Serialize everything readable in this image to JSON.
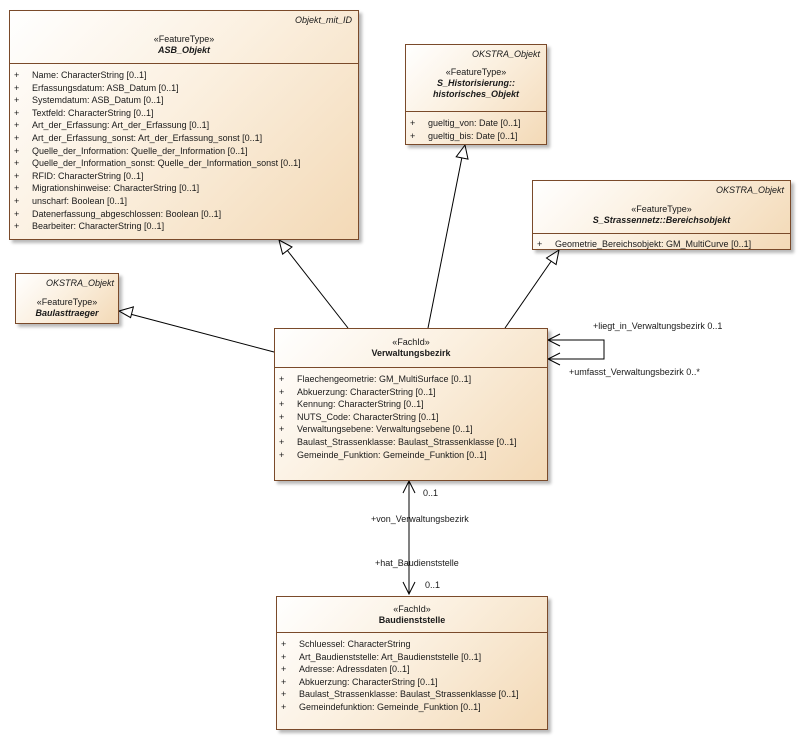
{
  "classes": {
    "asb_objekt": {
      "parent": "Objekt_mit_ID",
      "stereotype": "«FeatureType»",
      "name": "ASB_Objekt",
      "attributes": [
        {
          "vis": "+",
          "text": "Name: CharacterString [0..1]"
        },
        {
          "vis": "+",
          "text": "Erfassungsdatum: ASB_Datum [0..1]"
        },
        {
          "vis": "+",
          "text": "Systemdatum: ASB_Datum [0..1]"
        },
        {
          "vis": "+",
          "text": "Textfeld: CharacterString [0..1]"
        },
        {
          "vis": "+",
          "text": "Art_der_Erfassung: Art_der_Erfassung [0..1]"
        },
        {
          "vis": "+",
          "text": "Art_der_Erfassung_sonst: Art_der_Erfassung_sonst [0..1]"
        },
        {
          "vis": "+",
          "text": "Quelle_der_Information: Quelle_der_Information [0..1]"
        },
        {
          "vis": "+",
          "text": "Quelle_der_Information_sonst: Quelle_der_Information_sonst [0..1]"
        },
        {
          "vis": "+",
          "text": "RFID: CharacterString [0..1]"
        },
        {
          "vis": "+",
          "text": "Migrationshinweise: CharacterString [0..1]"
        },
        {
          "vis": "+",
          "text": "unscharf: Boolean [0..1]"
        },
        {
          "vis": "+",
          "text": "Datenerfassung_abgeschlossen: Boolean [0..1]"
        },
        {
          "vis": "+",
          "text": "Bearbeiter: CharacterString [0..1]"
        }
      ]
    },
    "historisiert": {
      "parent": "OKSTRA_Objekt",
      "stereotype": "«FeatureType»",
      "name_line1": "S_Historisierung::",
      "name_line2": "historisches_Objekt",
      "attributes": [
        {
          "vis": "+",
          "text": "gueltig_von: Date [0..1]"
        },
        {
          "vis": "+",
          "text": "gueltig_bis: Date [0..1]"
        }
      ]
    },
    "bereichsobjekt": {
      "parent": "OKSTRA_Objekt",
      "stereotype": "«FeatureType»",
      "name": "S_Strassennetz::Bereichsobjekt",
      "attributes": [
        {
          "vis": "+",
          "text": "Geometrie_Bereichsobjekt: GM_MultiCurve [0..1]"
        }
      ]
    },
    "baulasttraeger": {
      "parent": "OKSTRA_Objekt",
      "stereotype": "«FeatureType»",
      "name": "Baulasttraeger"
    },
    "verwaltungsbezirk": {
      "stereotype": "«FachId»",
      "name": "Verwaltungsbezirk",
      "attributes": [
        {
          "vis": "+",
          "text": "Flaechengeometrie: GM_MultiSurface [0..1]"
        },
        {
          "vis": "+",
          "text": "Abkuerzung: CharacterString [0..1]"
        },
        {
          "vis": "+",
          "text": "Kennung: CharacterString [0..1]"
        },
        {
          "vis": "+",
          "text": "NUTS_Code: CharacterString [0..1]"
        },
        {
          "vis": "+",
          "text": "Verwaltungsebene: Verwaltungsebene [0..1]"
        },
        {
          "vis": "+",
          "text": "Baulast_Strassenklasse: Baulast_Strassenklasse [0..1]"
        },
        {
          "vis": "+",
          "text": "Gemeinde_Funktion: Gemeinde_Funktion [0..1]"
        }
      ]
    },
    "baudienststelle": {
      "stereotype": "«FachId»",
      "name": "Baudienststelle",
      "attributes": [
        {
          "vis": "+",
          "text": "Schluessel: CharacterString"
        },
        {
          "vis": "+",
          "text": "Art_Baudienststelle: Art_Baudienststelle [0..1]"
        },
        {
          "vis": "+",
          "text": "Adresse: Adressdaten [0..1]"
        },
        {
          "vis": "+",
          "text": "Abkuerzung: CharacterString [0..1]"
        },
        {
          "vis": "+",
          "text": "Baulast_Strassenklasse: Baulast_Strassenklasse [0..1]"
        },
        {
          "vis": "+",
          "text": "Gemeindefunktion: Gemeinde_Funktion [0..1]"
        }
      ]
    }
  },
  "associations": {
    "self_role_1": "+liegt_in_Verwaltungsbezirk 0..1",
    "self_role_2": "+umfasst_Verwaltungsbezirk 0..*",
    "von_mult": "0..1",
    "von_role": "+von_Verwaltungsbezirk",
    "hat_role": "+hat_Baudienststelle",
    "hat_mult": "0..1"
  },
  "colors": {
    "border": "#7a4a2a",
    "fill_light": "#fbf0e0",
    "fill_dark": "#f3d9b6",
    "line": "#000000"
  }
}
